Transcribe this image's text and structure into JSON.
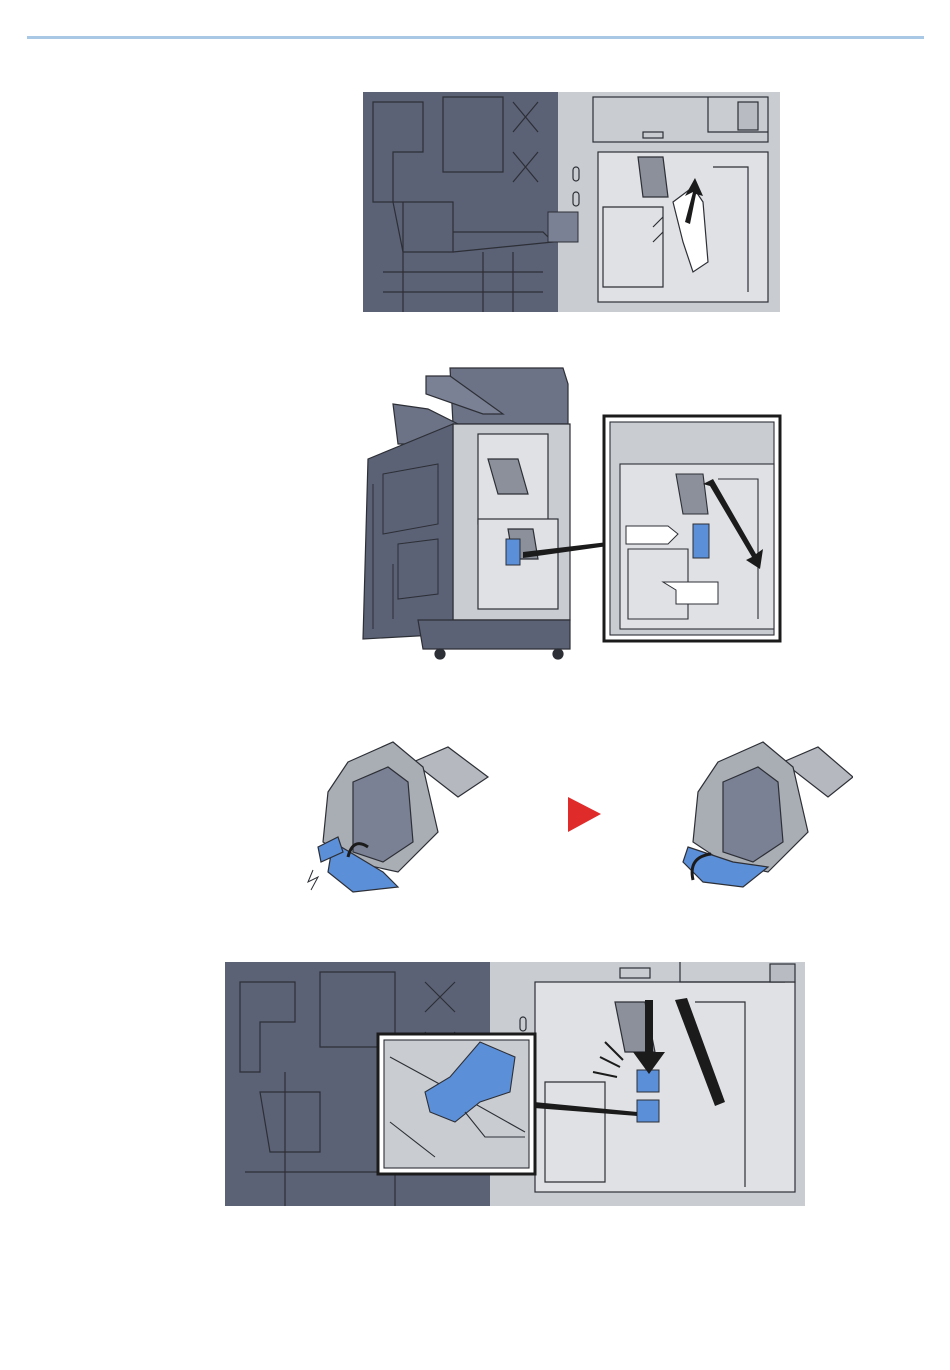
{
  "page": {
    "background": "#ffffff",
    "rule_color": "#a8c8e6"
  },
  "colors": {
    "machine_dark": "#5b6276",
    "machine_mid": "#7a8194",
    "panel_light": "#c9ccd1",
    "panel_lighter": "#dfe1e4",
    "line": "#2d2f36",
    "accent_blue": "#5b8fd8",
    "arrow_red": "#e02b2b",
    "arrow_black": "#1b1b1b"
  },
  "figures": [
    {
      "name": "figure-remove-jammed-paper",
      "icon": "jam-removal-illustration"
    },
    {
      "name": "figure-open-staple-unit",
      "icon": "finisher-open-cover-illustration"
    },
    {
      "name": "figure-staple-cartridge-release",
      "icon": "staple-cartridge-illustration"
    },
    {
      "name": "figure-reinsert-cartridge",
      "icon": "cartridge-insert-illustration"
    }
  ]
}
